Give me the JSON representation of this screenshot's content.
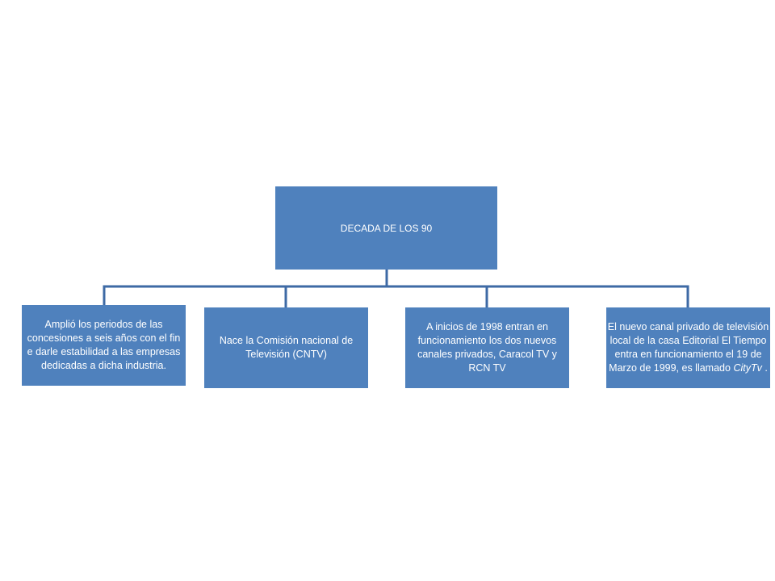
{
  "root": {
    "label": "DECADA DE LOS 90"
  },
  "children": [
    {
      "label": " Amplió los periodos de las concesiones a seis años con el fin e darle estabilidad a las empresas dedicadas a dicha industria."
    },
    {
      "label": "Nace la Comisión nacional de Televisión (CNTV)"
    },
    {
      "label": "A inicios de 1998 entran en funcionamiento los dos nuevos canales privados, Caracol TV y RCN TV"
    },
    {
      "label_pre": "El nuevo canal privado de televisión local de la casa Editorial El Tiempo entra en funcionamiento el 19 de Marzo de 1999, es llamado ",
      "label_italic": "CityTv",
      "label_post": " ."
    }
  ],
  "colors": {
    "box_fill": "#4f81bd",
    "connector": "#3e6aa5",
    "text": "#ffffff"
  }
}
